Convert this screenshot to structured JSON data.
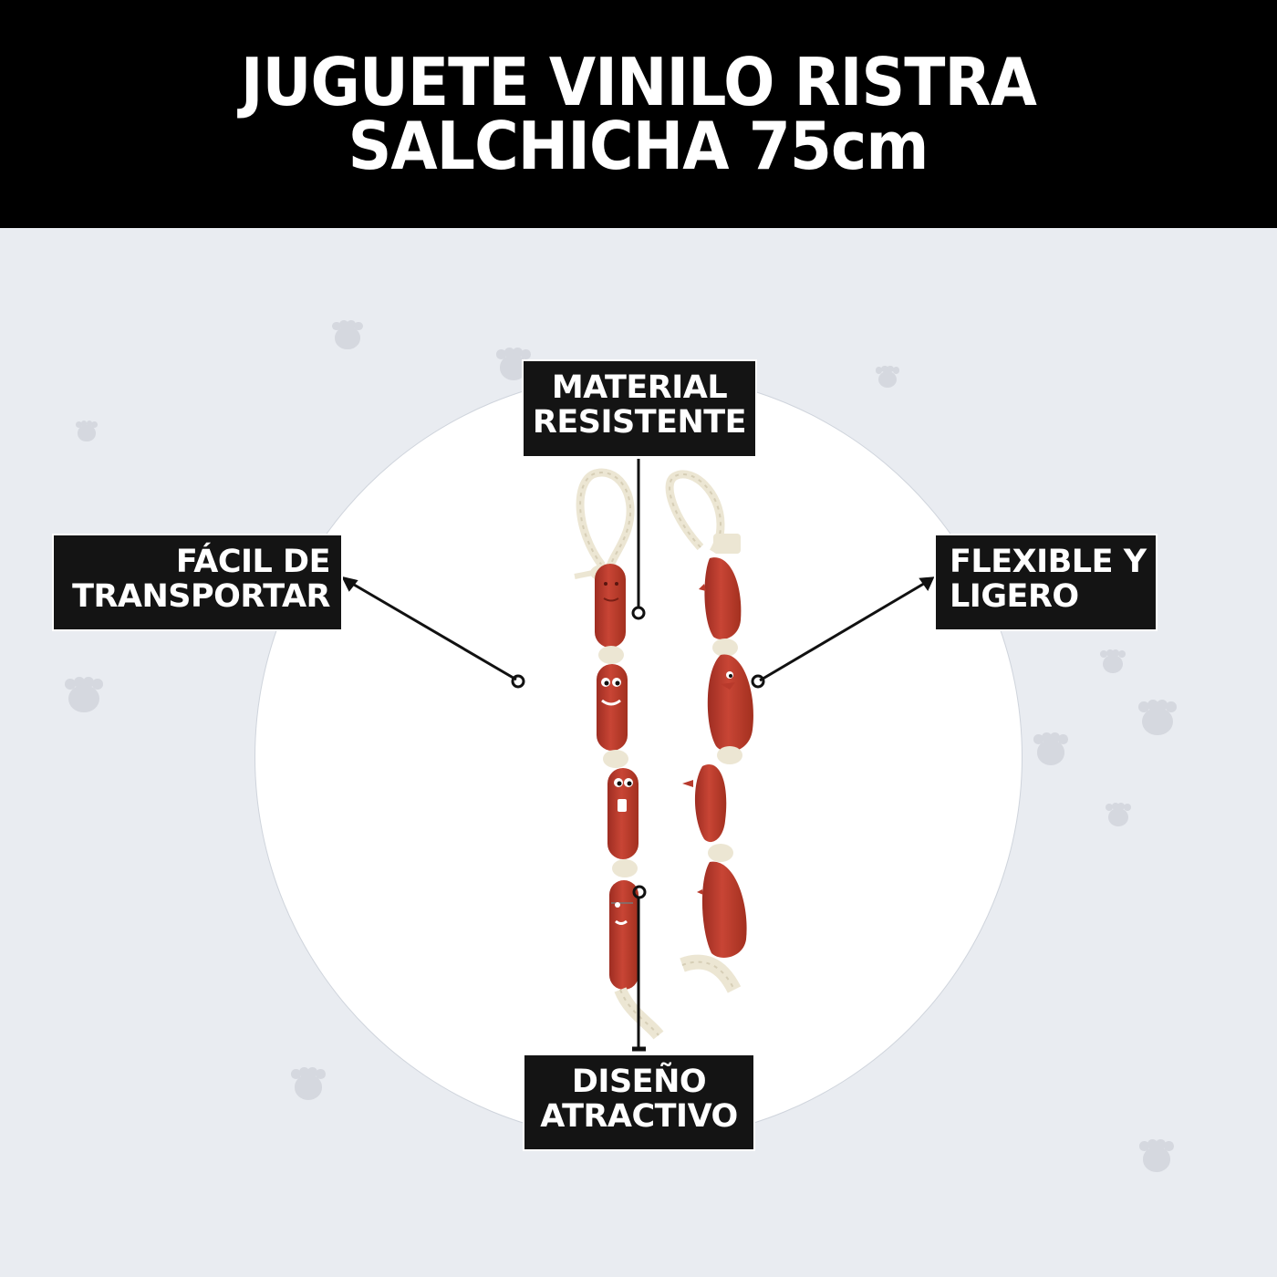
{
  "header": {
    "title_line1": "JUGUETE VINILO RISTRA",
    "title_line2": "SALCHICHA 75cm"
  },
  "product": {
    "name": "Juguete vinilo ristra salchicha",
    "length": "75cm",
    "image_description": "Two strings of red vinyl sausage toys with cartoon faces joined by white cotton rope knots"
  },
  "features": [
    {
      "id": "material",
      "line1": "MATERIAL",
      "line2": "RESISTENTE"
    },
    {
      "id": "transport",
      "line1": "FÁCIL DE",
      "line2": "TRANSPORTAR"
    },
    {
      "id": "flexible",
      "line1": "FLEXIBLE Y",
      "line2": "LIGERO"
    },
    {
      "id": "design",
      "line1": "DISEÑO",
      "line2": "ATRACTIVO"
    }
  ],
  "colors": {
    "header_bg": "#000000",
    "page_bg": "#e9ecf1",
    "label_bg": "#141414",
    "sausage": "#b83a2c",
    "rope": "#efe9d8",
    "paw": "#d5d8df"
  },
  "decor": {
    "background_icon": "paw-print-icon"
  }
}
